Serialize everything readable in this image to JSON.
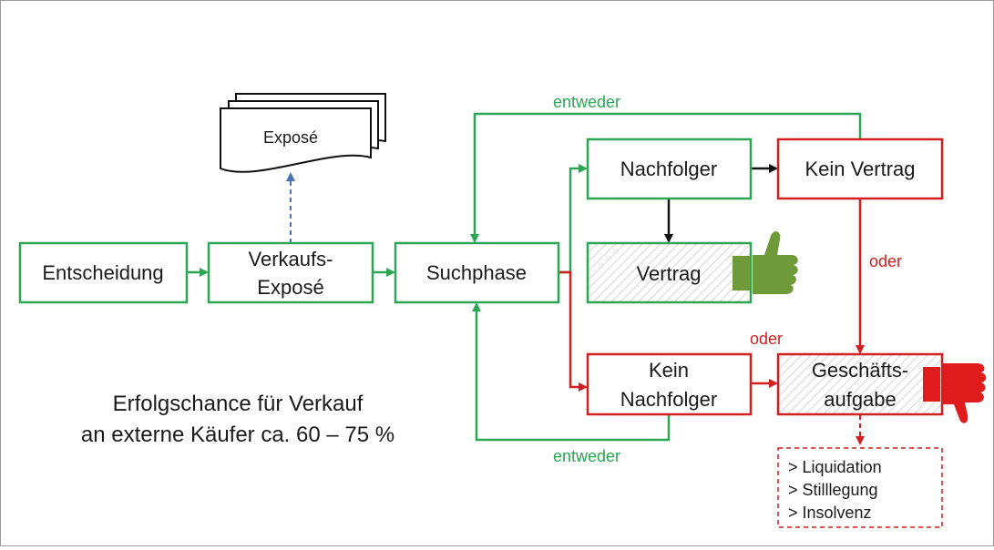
{
  "colors": {
    "green": "#2aa654",
    "red": "#d21f1f",
    "blue_dash": "#4a74b0",
    "thumb_up": "#6e9a3a",
    "thumb_down": "#e01b1b",
    "text": "#1a1a1a"
  },
  "expose_doc": {
    "label": "Exposé"
  },
  "nodes": {
    "entscheidung": "Entscheidung",
    "verkaufs_expose": [
      "Verkaufs-",
      "Exposé"
    ],
    "suchphase": "Suchphase",
    "nachfolger": "Nachfolger",
    "kein_vertrag": "Kein Vertrag",
    "vertrag": "Vertrag",
    "kein_nachfolger": [
      "Kein",
      "Nachfolger"
    ],
    "geschaeftsaufgabe": [
      "Geschäfts-",
      "aufgabe"
    ]
  },
  "edge_labels": {
    "entweder_top": "entweder",
    "entweder_bottom": "entweder",
    "oder_right": "oder",
    "oder_mid": "oder"
  },
  "outcomes": [
    "> Liquidation",
    "> Stilllegung",
    "> Insolvenz"
  ],
  "success_note": [
    "Erfolgschance für Verkauf",
    "an externe Käufer ca. 60 – 75 %"
  ],
  "icons": [
    "thumbs-up-icon",
    "thumbs-down-icon",
    "document-stack-icon"
  ]
}
